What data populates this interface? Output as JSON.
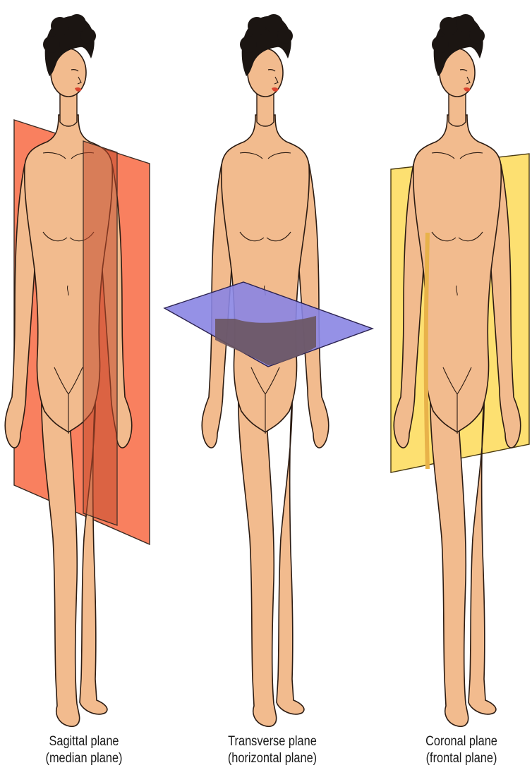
{
  "diagram": {
    "figures": [
      {
        "plane": "sagittal",
        "label": "Sagittal plane",
        "sublabel": "(median plane)",
        "plane_color": "#f9805f"
      },
      {
        "plane": "transverse",
        "label": "Transverse plane",
        "sublabel": "(horizontal plane)",
        "plane_color": "#8a85e3"
      },
      {
        "plane": "coronal",
        "label": "Coronal plane",
        "sublabel": "(frontal plane)",
        "plane_color": "#fde071"
      }
    ],
    "colors": {
      "skin": "#f2bb8e",
      "outline": "#2b1b12",
      "hair": "#1b1512",
      "lips": "#d9432f",
      "background": "#ffffff"
    }
  }
}
